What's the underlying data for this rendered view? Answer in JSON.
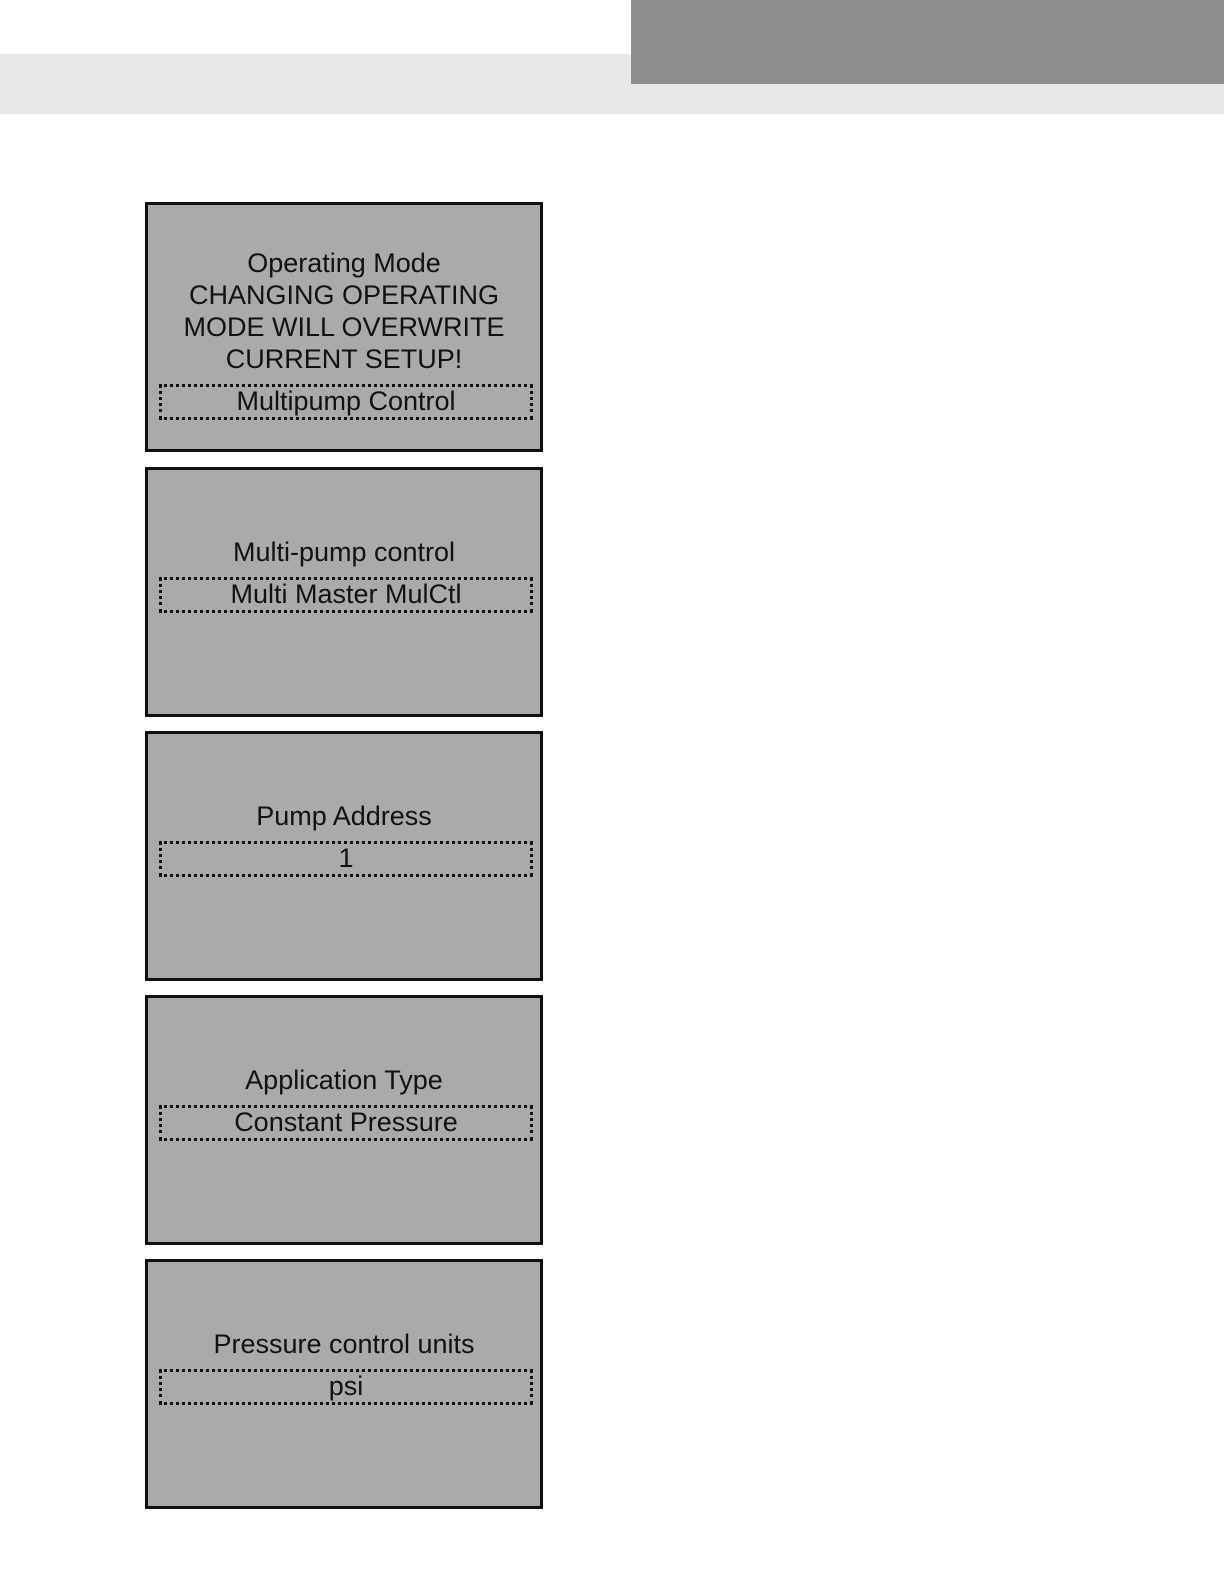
{
  "screens": [
    {
      "title_lines": [
        "Operating Mode",
        "CHANGING OPERATING",
        "MODE WILL OVERWRITE",
        "CURRENT SETUP!"
      ],
      "value": "Multipump Control"
    },
    {
      "title": "Multi-pump control",
      "value": "Multi Master MulCtl"
    },
    {
      "title": "Pump Address",
      "value": "1"
    },
    {
      "title": "Application Type",
      "value": "Constant Pressure"
    },
    {
      "title": "Pressure control units",
      "value": "psi"
    }
  ]
}
